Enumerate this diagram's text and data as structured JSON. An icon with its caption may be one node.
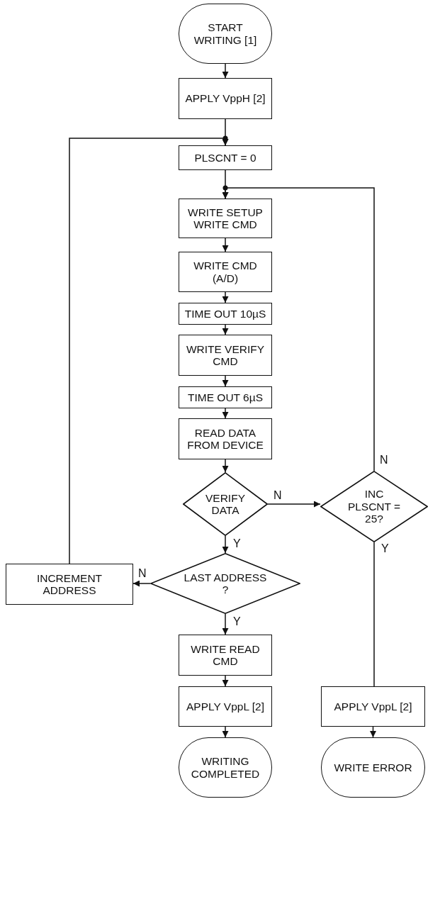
{
  "diagram": {
    "nodes": [
      {
        "text": [
          "START WRITING [1]"
        ]
      },
      {
        "text": [
          "APPLY VppH [2]"
        ]
      },
      {
        "text": [
          "PLSCNT = 0"
        ]
      },
      {
        "text": [
          "WRITE SETUP WRITE CMD"
        ]
      },
      {
        "text": [
          "WRITE CMD (A/D)"
        ]
      },
      {
        "text": [
          "TIME OUT 10µS"
        ]
      },
      {
        "text": [
          "WRITE VERIFY CMD"
        ]
      },
      {
        "text": [
          "TIME OUT 6µS"
        ]
      },
      {
        "text": [
          "READ DATA FROM DEVICE"
        ]
      },
      {
        "text": [
          "VERIFY DATA"
        ]
      },
      {
        "text": [
          "INC PLSCNT = 25?"
        ]
      },
      {
        "text": [
          "INCREMENT ADDRESS"
        ]
      },
      {
        "text": [
          "LAST ADDRESS ?"
        ]
      },
      {
        "text": [
          "WRITE READ CMD"
        ]
      },
      {
        "text": [
          "APPLY VppL [2]"
        ]
      },
      {
        "text": [
          "WRITING COMPLETED"
        ]
      },
      {
        "text": [
          "APPLY VppL [2]"
        ]
      },
      {
        "text": [
          "WRITE ERROR"
        ]
      }
    ],
    "edges": [
      {
        "from": 0,
        "to": 1,
        "arrow": "to"
      },
      {
        "from": 1,
        "to": 2,
        "arrow": "to"
      },
      {
        "from": 2,
        "to": 3,
        "arrow": "to"
      },
      {
        "from": 3,
        "to": 4,
        "arrow": "to"
      },
      {
        "from": 4,
        "to": 5,
        "arrow": "to"
      },
      {
        "from": 5,
        "to": 6,
        "arrow": "to"
      },
      {
        "from": 6,
        "to": 7,
        "arrow": "to"
      },
      {
        "from": 7,
        "to": 8,
        "arrow": "to"
      },
      {
        "from": 8,
        "to": 9,
        "arrow": "to"
      },
      {
        "from": 9,
        "to": 10,
        "arrow": "to",
        "label": "N"
      },
      {
        "from": 9,
        "to": 12,
        "arrow": "to",
        "label": "Y"
      },
      {
        "from": 12,
        "to": 11,
        "arrow": "to",
        "label": "N"
      },
      {
        "from": 12,
        "to": 13,
        "arrow": "to",
        "label": "Y"
      },
      {
        "from": 13,
        "to": 14,
        "arrow": "to"
      },
      {
        "from": 14,
        "to": 15,
        "arrow": "to"
      },
      {
        "from": 10,
        "to": 16,
        "arrow": "none",
        "label": "Y"
      },
      {
        "from": 16,
        "to": 17,
        "arrow": "to"
      },
      {
        "from": 10,
        "to": 3,
        "arrow": "to",
        "label": "N"
      },
      {
        "from": 11,
        "to": 2,
        "arrow": "to"
      }
    ]
  }
}
